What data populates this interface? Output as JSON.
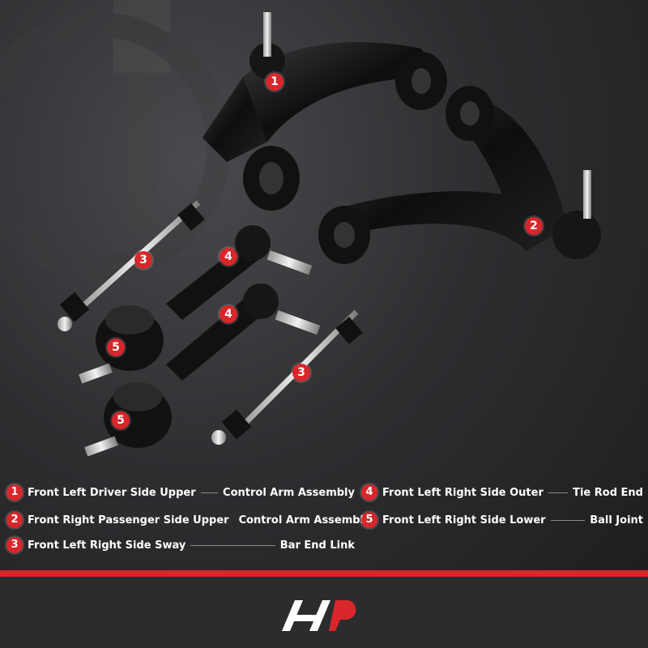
{
  "legend": [
    {
      "num": "1",
      "left": "Front Left Driver Side Upper",
      "right": "Control Arm Assembly"
    },
    {
      "num": "2",
      "left": "Front Right Passenger Side Upper",
      "right": "Control Arm Assembly"
    },
    {
      "num": "3",
      "left": "Front Left Right Side Sway",
      "right": "Bar End Link"
    },
    {
      "num": "4",
      "left": "Front Left Right Side Outer",
      "right": "Tie Rod End"
    },
    {
      "num": "5",
      "left": "Front Left Right Side Lower",
      "right": "Ball Joint"
    }
  ],
  "badges": {
    "b1": "1",
    "b2": "2",
    "b3a": "3",
    "b3b": "3",
    "b4a": "4",
    "b4b": "4",
    "b5a": "5",
    "b5b": "5"
  },
  "colors": {
    "accent": "#d8262b",
    "part": "#111111",
    "background": "#2a2a2c"
  },
  "logo": {
    "icon": "brand-logo-icon"
  }
}
